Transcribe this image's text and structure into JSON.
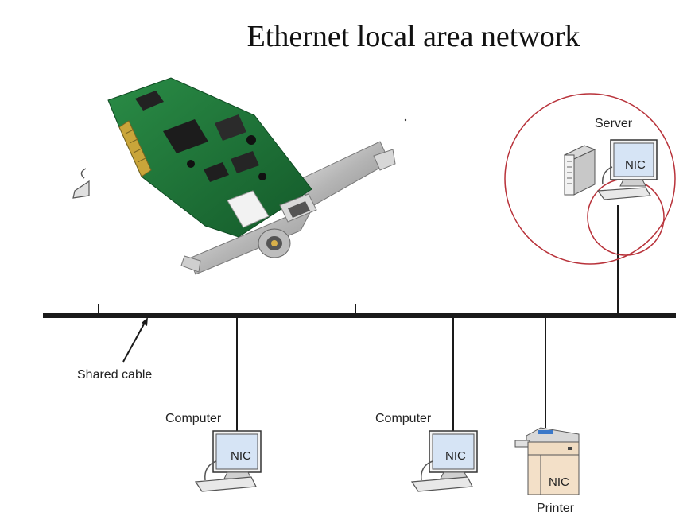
{
  "title": "Ethernet local area network",
  "labels": {
    "server": "Server",
    "shared_cable": "Shared cable",
    "computer_left": "Computer",
    "computer_mid": "Computer",
    "printer": "Printer"
  },
  "nic": {
    "server": "NIC",
    "computer_left": "NIC",
    "computer_mid": "NIC",
    "printer": "NIC"
  },
  "colors": {
    "cable": "#1a1a1a",
    "highlight_circle": "#b8323a",
    "screen": "#d6e4f5",
    "pcb": "#1f7a3a"
  }
}
